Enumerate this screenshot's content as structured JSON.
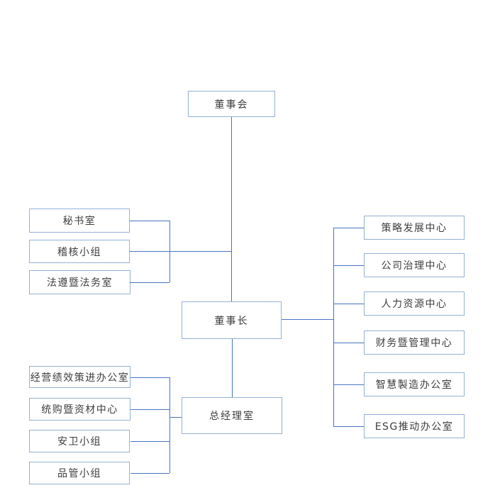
{
  "org_chart": {
    "nodes": {
      "board": "董事会",
      "chairman": "董事长",
      "general_manager": "总经理室"
    },
    "chairman_staff": [
      "秘书室",
      "稽核小组",
      "法遵暨法务室"
    ],
    "chairman_centers": [
      "策略发展中心",
      "公司治理中心",
      "人力资源中心",
      "财务暨管理中心",
      "智慧製造办公室",
      "ESG推动办公室"
    ],
    "gm_units": [
      "经营绩效策进办公室",
      "统购暨资材中心",
      "安卫小组",
      "品管小组"
    ],
    "colors": {
      "node_border": "#93b2d6",
      "connector": "#4674c1",
      "text": "#3d3d3d",
      "background": "#ffffff"
    }
  }
}
